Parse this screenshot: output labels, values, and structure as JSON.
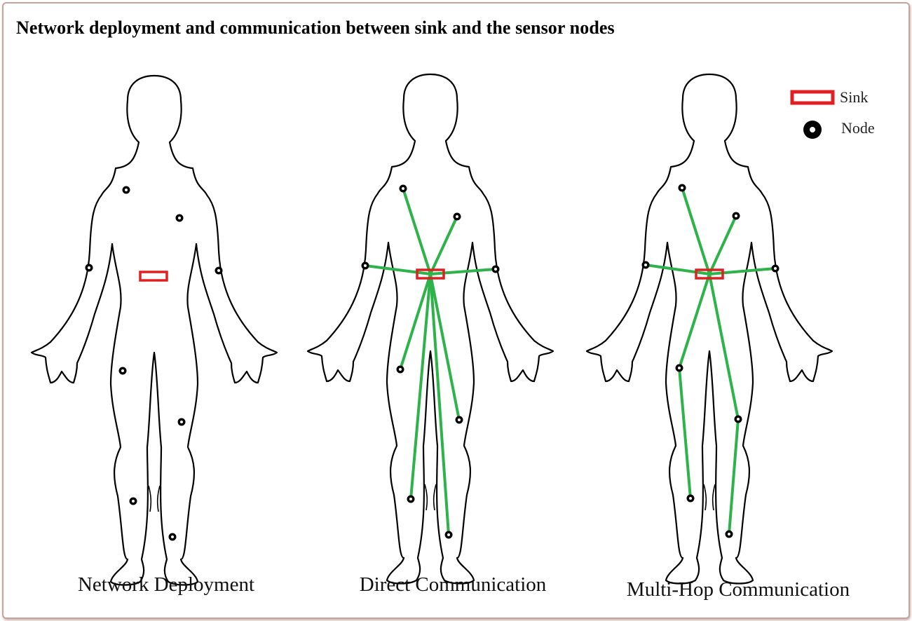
{
  "title": "Network deployment and communication between sink and the sensor nodes",
  "panels": [
    {
      "caption": "Network Deployment"
    },
    {
      "caption": "Direct Communication"
    },
    {
      "caption": "Multi-Hop Communication"
    }
  ],
  "legend": {
    "sink_label": "Sink",
    "node_label": "Node"
  },
  "colors": {
    "sink": "#e02020",
    "link": "#2db34a",
    "node": "#000000",
    "body_outline": "#000000"
  }
}
